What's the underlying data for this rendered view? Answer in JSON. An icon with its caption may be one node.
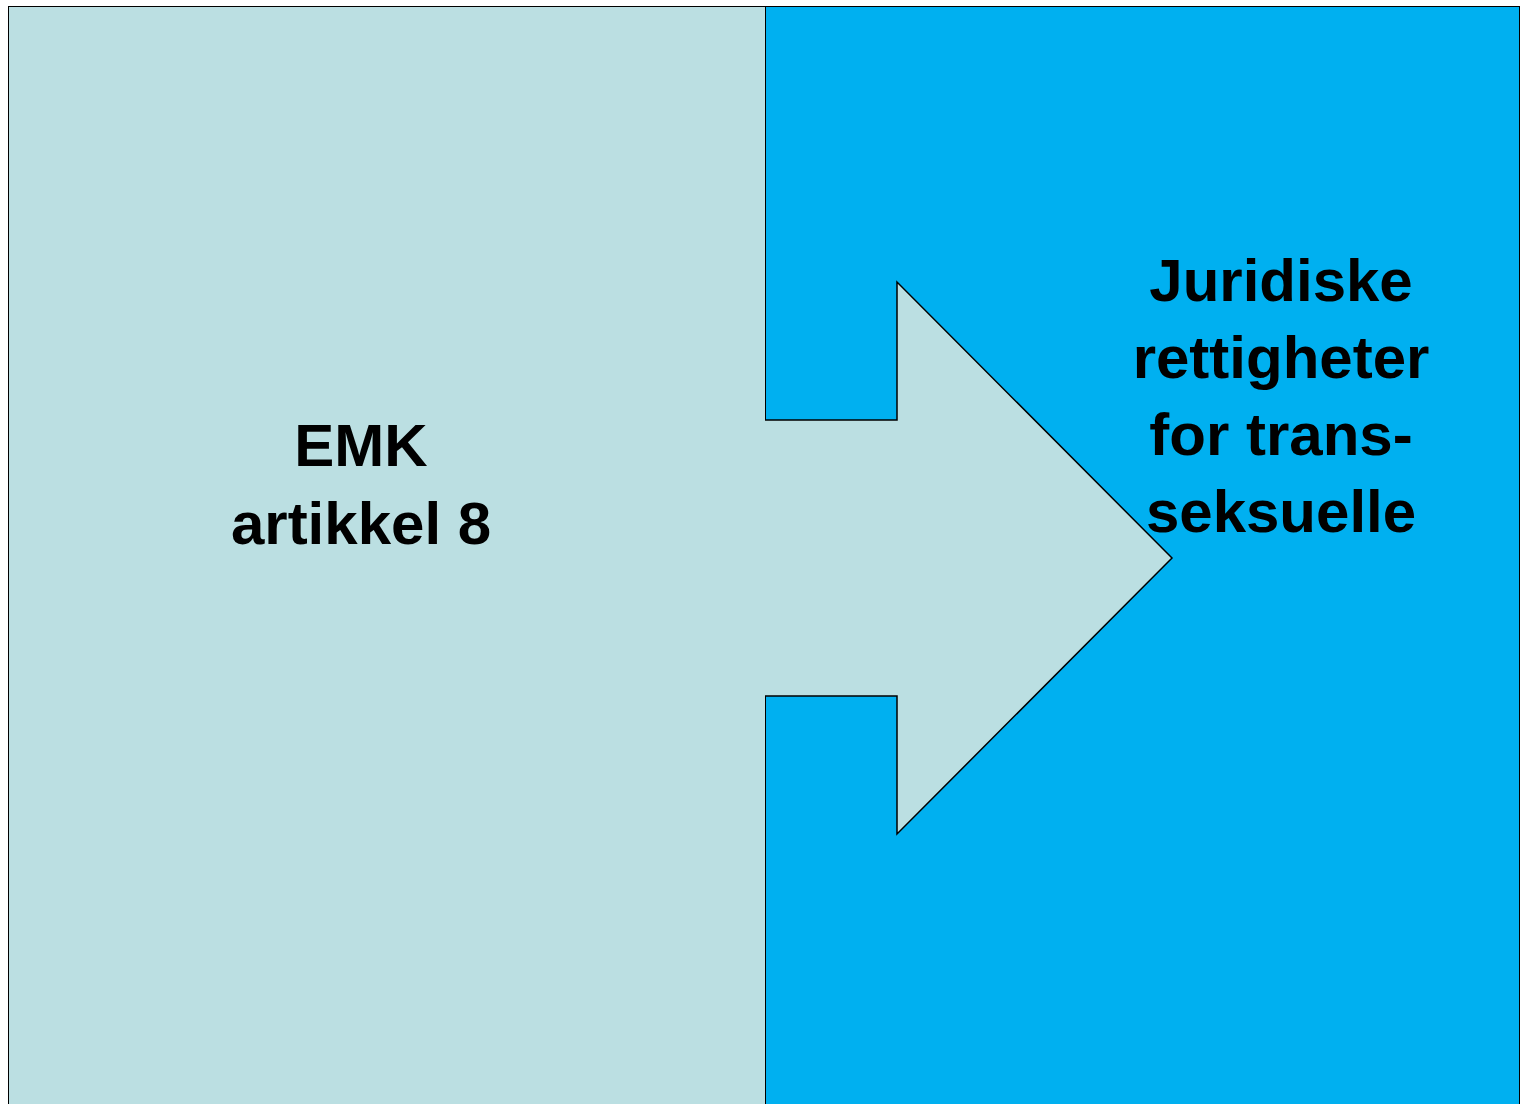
{
  "diagram": {
    "nodes": [
      {
        "text": [
          "EMK artikkel 8"
        ]
      },
      {
        "text": [
          "Juridiske rettigheter for trans- seksuelle"
        ]
      }
    ],
    "edges": [
      {
        "from": 0,
        "to": 1,
        "arrow": "to"
      }
    ]
  }
}
